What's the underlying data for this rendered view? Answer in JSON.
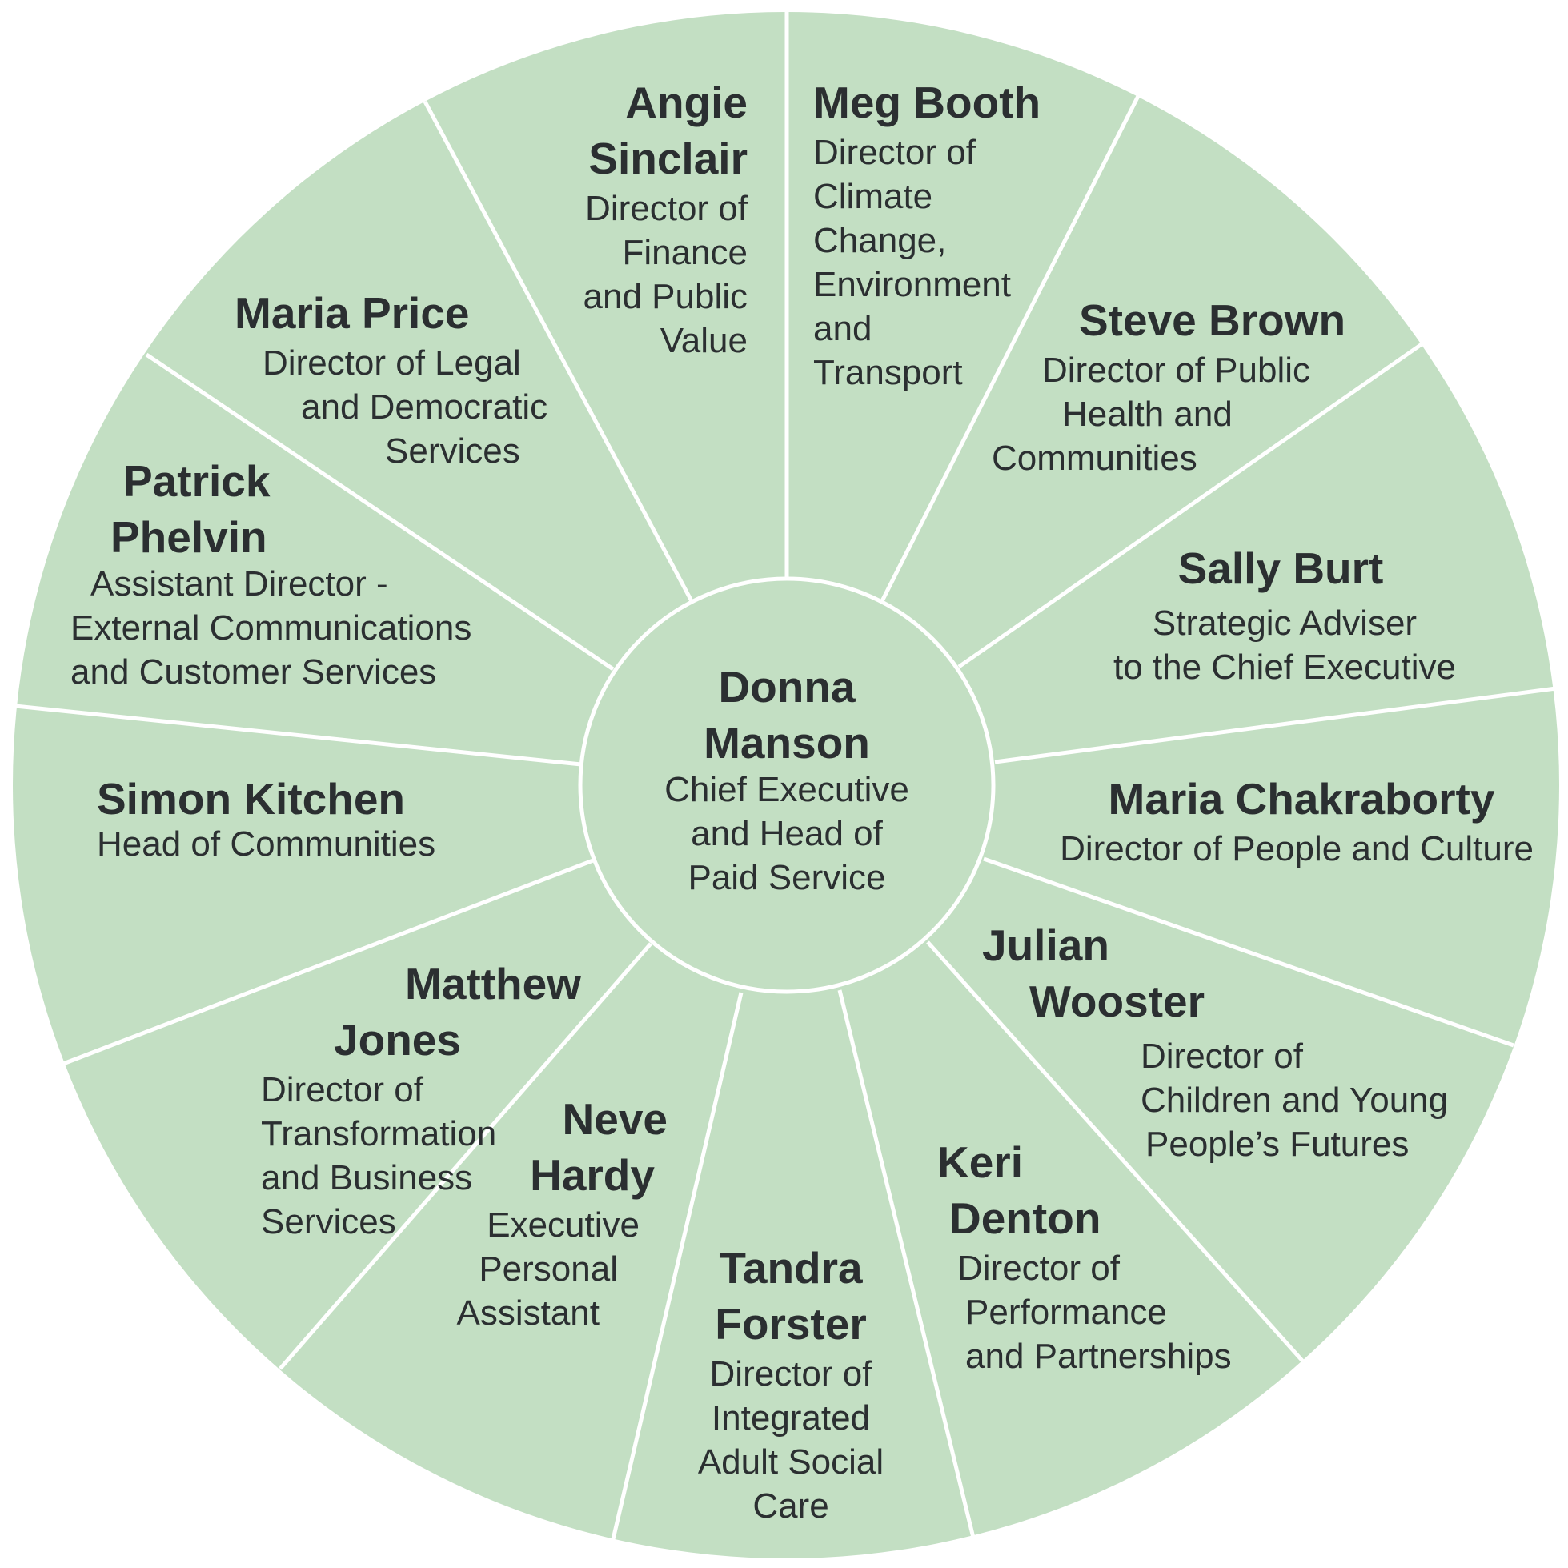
{
  "diagram": {
    "type": "radial-org-chart",
    "colors": {
      "segment_fill": "#c3dfc3",
      "divider": "#ffffff",
      "text": "#2b2f31",
      "background": "#ffffff"
    },
    "center": {
      "name_lines": [
        "Donna",
        "Manson"
      ],
      "title_lines": [
        "Chief Executive",
        "and Head of",
        "Paid Service"
      ]
    },
    "segments": [
      {
        "id": "angie-sinclair",
        "name_lines": [
          "Angie",
          "Sinclair"
        ],
        "title_lines": [
          "Director of",
          "Finance",
          "and Public",
          "Value"
        ]
      },
      {
        "id": "meg-booth",
        "name_lines": [
          "Meg Booth"
        ],
        "title_lines": [
          "Director of",
          "Climate",
          "Change,",
          "Environment",
          "and",
          "Transport"
        ]
      },
      {
        "id": "steve-brown",
        "name_lines": [
          "Steve Brown"
        ],
        "title_lines": [
          "Director of Public",
          "Health and",
          "Communities"
        ]
      },
      {
        "id": "sally-burt",
        "name_lines": [
          "Sally Burt"
        ],
        "title_lines": [
          "Strategic Adviser",
          "to the Chief Executive"
        ]
      },
      {
        "id": "maria-chakraborty",
        "name_lines": [
          "Maria Chakraborty"
        ],
        "title_lines": [
          "Director of People and Culture"
        ]
      },
      {
        "id": "julian-wooster",
        "name_lines": [
          "Julian",
          "Wooster"
        ],
        "title_lines": [
          "Director of",
          "Children and Young",
          "People’s Futures"
        ]
      },
      {
        "id": "keri-denton",
        "name_lines": [
          "Keri",
          "Denton"
        ],
        "title_lines": [
          "Director of",
          "Performance",
          "and Partnerships"
        ]
      },
      {
        "id": "tandra-forster",
        "name_lines": [
          "Tandra",
          "Forster"
        ],
        "title_lines": [
          "Director of",
          "Integrated",
          "Adult Social",
          "Care"
        ]
      },
      {
        "id": "neve-hardy",
        "name_lines": [
          "Neve",
          "Hardy"
        ],
        "title_lines": [
          "Executive",
          "Personal",
          "Assistant"
        ]
      },
      {
        "id": "matthew-jones",
        "name_lines": [
          "Matthew",
          "Jones"
        ],
        "title_lines": [
          "Director of",
          "Transformation",
          "and Business",
          "Services"
        ]
      },
      {
        "id": "simon-kitchen",
        "name_lines": [
          "Simon Kitchen"
        ],
        "title_lines": [
          "Head of Communities"
        ]
      },
      {
        "id": "patrick-phelvin",
        "name_lines": [
          "Patrick",
          "Phelvin"
        ],
        "title_lines": [
          "Assistant Director -",
          "External Communications",
          "and Customer Services"
        ]
      },
      {
        "id": "maria-price",
        "name_lines": [
          "Maria Price"
        ],
        "title_lines": [
          "Director of Legal",
          "and Democratic",
          "Services"
        ]
      }
    ]
  }
}
